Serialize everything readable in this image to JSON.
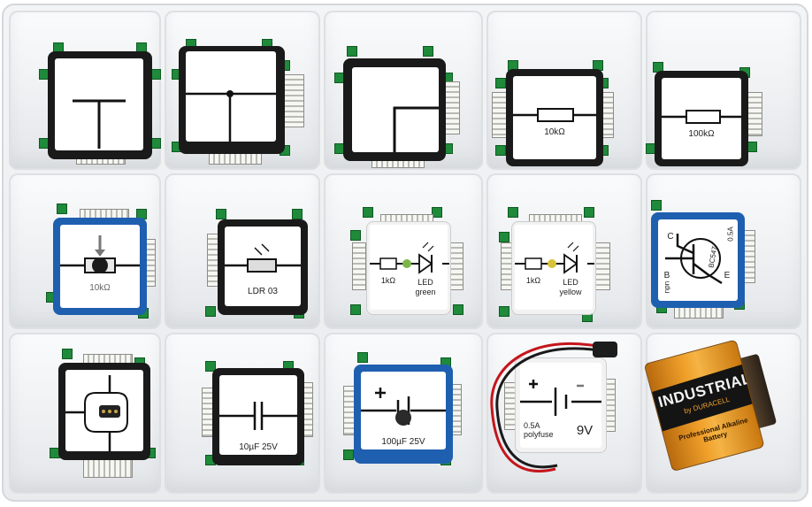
{
  "scene": {
    "blocks": [
      {
        "id": "t-junction",
        "label": ""
      },
      {
        "id": "cross-junction",
        "label": ""
      },
      {
        "id": "corner",
        "label": ""
      },
      {
        "id": "resistor-10k",
        "label": "10kΩ"
      },
      {
        "id": "resistor-100k",
        "label": "100kΩ"
      },
      {
        "id": "potentiometer",
        "label": "10kΩ"
      },
      {
        "id": "ldr",
        "label": "LDR 03"
      },
      {
        "id": "led-green",
        "labels": [
          "1kΩ",
          "LED",
          "green"
        ]
      },
      {
        "id": "led-yellow",
        "labels": [
          "1kΩ",
          "LED",
          "yellow"
        ]
      },
      {
        "id": "transistor",
        "labels": [
          "C",
          "BC547",
          "B",
          "E",
          "npn",
          "0.5A"
        ]
      },
      {
        "id": "switch",
        "label": ""
      },
      {
        "id": "capacitor",
        "label": "10µF 25V"
      },
      {
        "id": "electrolytic",
        "label": "100µF 25V"
      },
      {
        "id": "battery-holder",
        "labels": [
          "0.5A",
          "polyfuse",
          "9V"
        ]
      }
    ],
    "battery": {
      "brand": "INDUSTRIAL",
      "sub": "by DURACELL",
      "desc": "Professional Alkaline Battery"
    },
    "colors": {
      "pin_green": "#1e8a3a",
      "body_black": "#1a1a1a",
      "body_blue": "#1f5fb0",
      "battery_orange": "#f0a02a"
    }
  }
}
